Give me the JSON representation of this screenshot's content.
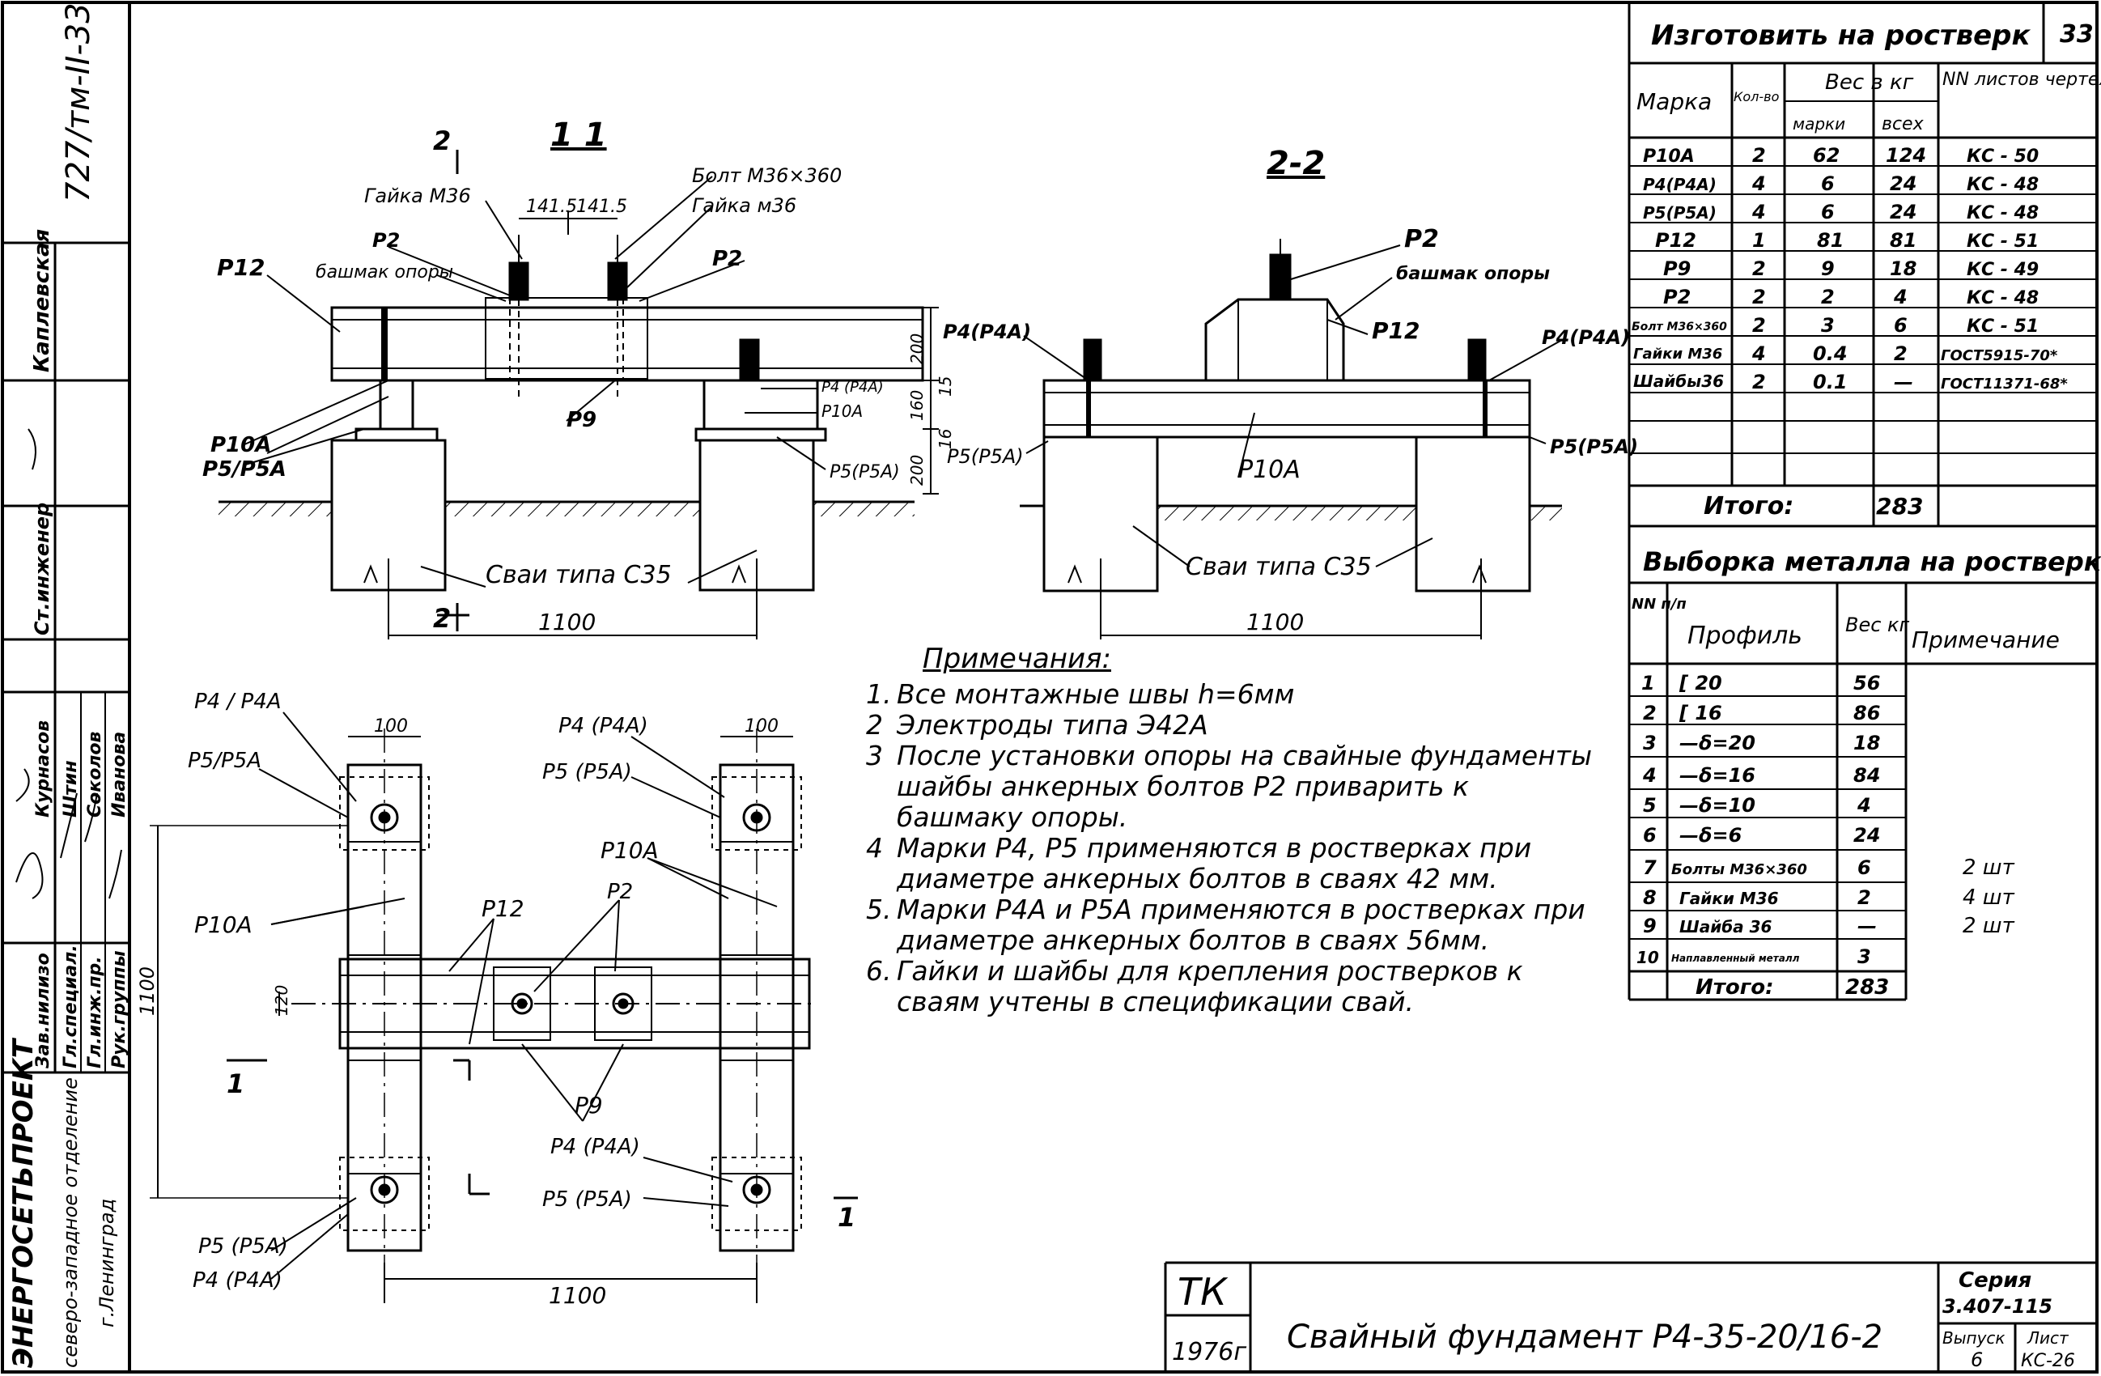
{
  "drawing": {
    "sheet_number": "33",
    "left_strip": {
      "doc_code": "727/тм-II-33",
      "org": "ЭНЕРГОСЕТЬПРОЕКТ",
      "org_dept": "северо-западное отделение",
      "org_city": "г.Ленинград",
      "roles": [
        "Зав.нилизо",
        "Гл.специал.",
        "Гл.инж.пр.",
        "Рук.группы"
      ],
      "people": [
        "Курнасов",
        "Штин",
        "Соколов",
        "Иванова"
      ],
      "check_role": "Ст.инженер",
      "check_name": "Каплевская"
    },
    "section_11": {
      "title": "1 1",
      "cut_mark": "2",
      "labels": {
        "gaika_m36": "Гайка М36",
        "bolt": "Болт М36×360",
        "gaika_m36_2": "Гайка м36",
        "p2a": "Р2",
        "p2b": "Р2",
        "bashmak": "башмак опоры",
        "p12": "Р12",
        "p10a": "Р10А",
        "p5p5a": "Р5/Р5А",
        "p9": "Р9",
        "p4p4a_small": "Р4 (Р4А)",
        "p10a_small": "Р10А",
        "p5p5a_right": "Р5(Р5А)",
        "piles": "Сваи типа С35"
      },
      "dims": {
        "top_a": "141.5",
        "top_b": "141.5",
        "h1": "200",
        "h2": "15",
        "h3": "160",
        "h4": "16",
        "h5": "200",
        "span": "1100"
      }
    },
    "section_22": {
      "title": "2-2",
      "labels": {
        "p2": "Р2",
        "bashmak": "башмак опоры",
        "p12": "Р12",
        "p4_left": "Р4(Р4А)",
        "p4_right": "Р4(Р4А)",
        "p5_left": "Р5(Р5А)",
        "p5_right": "Р5(Р5А)",
        "p10a": "Р10А",
        "piles": "Сваи типа С35"
      },
      "span": "1100"
    },
    "plan": {
      "labels": {
        "p4_tl": "Р4 / Р4А",
        "p5_tl": "Р5/Р5А",
        "p4_tr": "Р4 (Р4А)",
        "p5_tr": "Р5 (Р5А)",
        "p10a_l": "Р10А",
        "p10a_r": "Р10А",
        "p12": "Р12",
        "p2": "Р2",
        "p9": "Р9",
        "p4_br": "Р4 (Р4А)",
        "p5_br": "Р5 (Р5А)",
        "p5_bl": "Р5 (Р5А)",
        "p4_bl": "Р4 (Р4А)",
        "cut_l": "1",
        "cut_r": "1"
      },
      "dims": {
        "w_left": "100",
        "w_right": "100",
        "beam_h": "120",
        "height": "1100",
        "span": "1100"
      }
    },
    "notes": {
      "header": "Примечания:",
      "items": [
        {
          "n": "1.",
          "text": "Все монтажные швы h=6мм"
        },
        {
          "n": "2",
          "text": "Электроды типа Э42А"
        },
        {
          "n": "3",
          "text": "После установки опоры на свайные фундаменты шайбы анкерных болтов Р2 приварить к башмаку опоры."
        },
        {
          "n": "4",
          "text": "Марки Р4, Р5 применяются в ростверках при диаметре анкерных болтов в сваях 42 мм."
        },
        {
          "n": "5.",
          "text": "Марки Р4А и Р5А применяются в ростверках при диаметре анкерных болтов в сваях 56мм."
        },
        {
          "n": "6.",
          "text": "Гайки и шайбы для крепления ростверков к сваям учтены в спецификации свай."
        }
      ]
    },
    "table1": {
      "title": "Изготовить на ростверк",
      "headers": {
        "mark": "Марка",
        "qty": "Кол-во",
        "weight": "Вес в кг",
        "w_one": "марки",
        "w_all": "всех",
        "sheets": "NN листов чертежей"
      },
      "rows": [
        [
          "Р10А",
          "2",
          "62",
          "124",
          "КС - 50"
        ],
        [
          "Р4(Р4А)",
          "4",
          "6",
          "24",
          "КС - 48"
        ],
        [
          "Р5(Р5А)",
          "4",
          "6",
          "24",
          "КС - 48"
        ],
        [
          "Р12",
          "1",
          "81",
          "81",
          "КС - 51"
        ],
        [
          "Р9",
          "2",
          "9",
          "18",
          "КС - 49"
        ],
        [
          "Р2",
          "2",
          "2",
          "4",
          "КС - 48"
        ],
        [
          "Болт М36×360",
          "2",
          "3",
          "6",
          "КС - 51"
        ],
        [
          "Гайки М36",
          "4",
          "0.4",
          "2",
          "ГОСТ5915-70*"
        ],
        [
          "Шайбы36",
          "2",
          "0.1",
          "—",
          "ГОСТ11371-68*"
        ],
        [
          "",
          "",
          "",
          "",
          ""
        ]
      ],
      "total_label": "Итого:",
      "total_value": "283"
    },
    "table2": {
      "title": "Выборка металла на ростверк",
      "headers": {
        "nn": "NN п/п",
        "profile": "Профиль",
        "weight": "Вес кг",
        "note": "Примечание"
      },
      "rows": [
        [
          "1",
          "[ 20",
          "56",
          ""
        ],
        [
          "2",
          "[ 16",
          "86",
          ""
        ],
        [
          "3",
          "—δ=20",
          "18",
          ""
        ],
        [
          "4",
          "—δ=16",
          "84",
          ""
        ],
        [
          "5",
          "—δ=10",
          "4",
          ""
        ],
        [
          "6",
          "—δ=6",
          "24",
          ""
        ],
        [
          "7",
          "Болты М36×360",
          "6",
          "2 шт"
        ],
        [
          "8",
          "Гайки М36",
          "2",
          "4 шт"
        ],
        [
          "9",
          "Шайба 36",
          "—",
          "2 шт"
        ],
        [
          "10",
          "Наплавленный металл",
          "3",
          ""
        ]
      ],
      "total_label": "Итого:",
      "total_value": "283"
    },
    "title_block": {
      "tk": "ТК",
      "year": "1976г",
      "title": "Свайный фундамент Р4-35-20/16-2",
      "series_label": "Серия",
      "series_value": "3.407-115",
      "issue_label": "Выпуск",
      "issue_value": "6",
      "sheet_label": "Лист",
      "sheet_value": "КС-26"
    }
  }
}
